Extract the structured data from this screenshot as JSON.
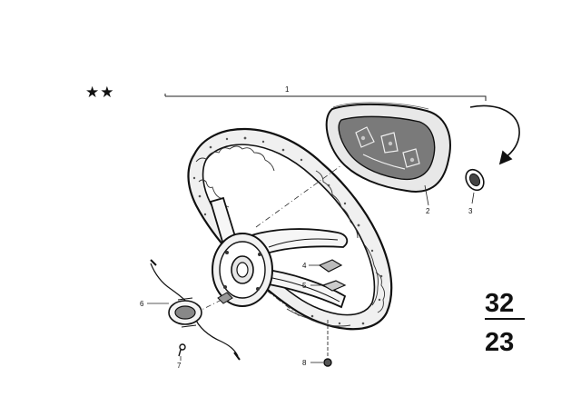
{
  "header": {
    "stars": "★★"
  },
  "callouts": [
    {
      "id": "1",
      "label": "1"
    },
    {
      "id": "2",
      "label": "2"
    },
    {
      "id": "3",
      "label": "3"
    },
    {
      "id": "4",
      "label": "4"
    },
    {
      "id": "5",
      "label": "5"
    },
    {
      "id": "6",
      "label": "6"
    },
    {
      "id": "7",
      "label": "7"
    },
    {
      "id": "8",
      "label": "8"
    }
  ],
  "group": {
    "top": "32",
    "bottom": "23"
  }
}
